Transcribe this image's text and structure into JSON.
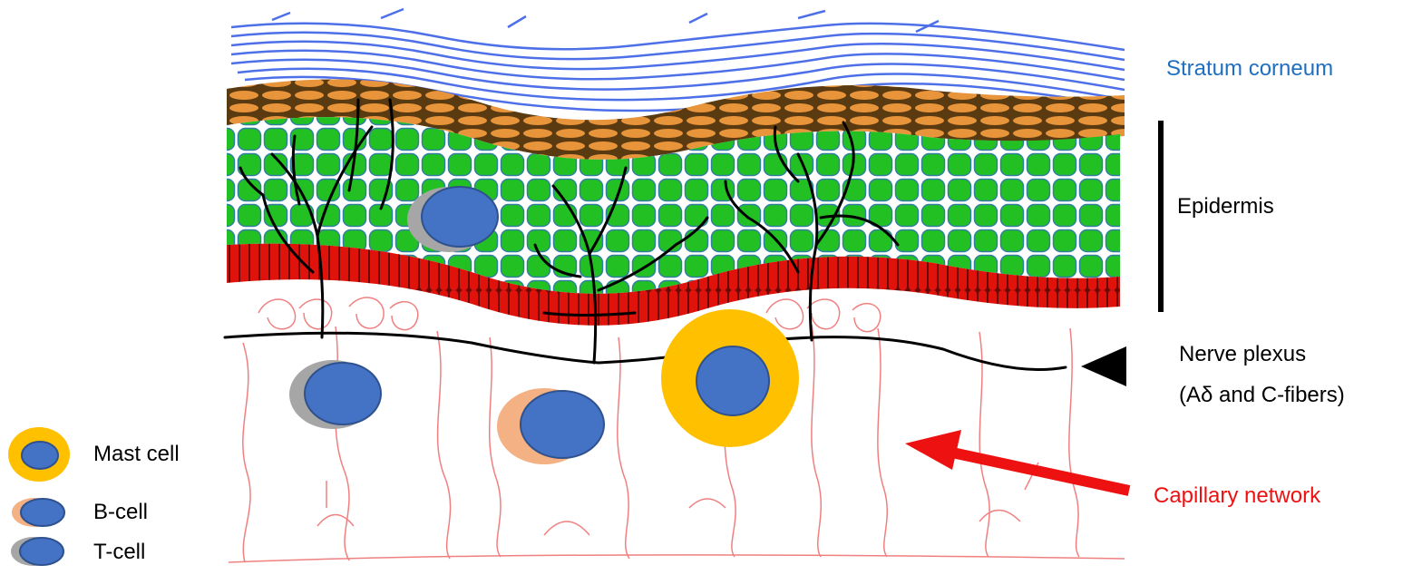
{
  "labels": {
    "stratum_corneum": "Stratum corneum",
    "epidermis": "Epidermis",
    "nerve_plexus_line1": "Nerve plexus",
    "nerve_plexus_line2": "(Aδ and C-fibers)",
    "capillary_network": "Capillary network"
  },
  "legend": {
    "mast_cell": "Mast cell",
    "b_cell": "B-cell",
    "t_cell": "T-cell"
  },
  "colors": {
    "stratum_corneum_lines": "#4d6fe8",
    "granular_cells": "#e8943a",
    "keratinocytes": "#22c022",
    "basal_layer": "#e0120c",
    "nerve_fibers": "#000000",
    "capillaries": "#f08080",
    "cell_nucleus": "#4472c4",
    "mast_cell_ring": "#ffc000",
    "b_cell_crescent": "#f4b183",
    "t_cell_crescent": "#a6a6a6",
    "label_blue": "#1f6fc0",
    "label_red": "#ee1111"
  }
}
